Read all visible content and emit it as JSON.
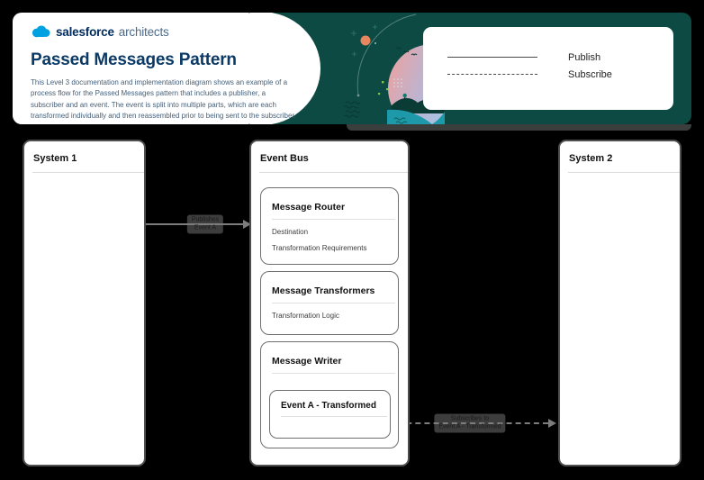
{
  "banner": {
    "logo": {
      "brand": "salesforce",
      "suffix": "architects"
    },
    "title": "Passed Messages Pattern",
    "description": "This Level 3 documentation and implementation diagram shows an example of a process flow for the Passed Messages pattern that includes a publisher, a subscriber and an event. The event is split into multiple parts, which are each transformed individually and then reassembled prior to being sent to the subscriber."
  },
  "legend": {
    "items": [
      {
        "line_style": "solid",
        "label": "Publish"
      },
      {
        "line_style": "dashed",
        "label": "Subscribe"
      }
    ]
  },
  "diagram": {
    "system1": {
      "title": "System 1"
    },
    "event_bus": {
      "title": "Event Bus",
      "components": [
        {
          "title": "Message Router",
          "items": [
            "Destination",
            "Transformation Requirements"
          ]
        },
        {
          "title": "Message Transformers",
          "items": [
            "Transformation Logic"
          ]
        },
        {
          "title": "Message Writer",
          "child": {
            "title": "Event A - Transformed"
          }
        }
      ]
    },
    "system2": {
      "title": "System 2"
    },
    "connections": [
      {
        "name": "publish-event",
        "line_style": "solid",
        "label_line1": "Publishes",
        "label_line2": "Event A"
      },
      {
        "name": "subscribe-event",
        "line_style": "dashed",
        "label_line1": "Subscribes to",
        "label_line2": "Event A - Transformed"
      }
    ]
  },
  "colors": {
    "banner_teal": "#0d4a43",
    "cloud_blue": "#00a1e0",
    "brand_navy": "#032d60",
    "architects_blue": "#4c6b88",
    "title_navy": "#0b3a66",
    "description_gray_blue": "#46607a",
    "connector_gray": "#7c7c7c",
    "illustration_teal": "#1e99a9",
    "illustration_coral": "#e8865e",
    "illustration_pink": "#f0a09b",
    "illustration_sky": "#9fcbea"
  }
}
